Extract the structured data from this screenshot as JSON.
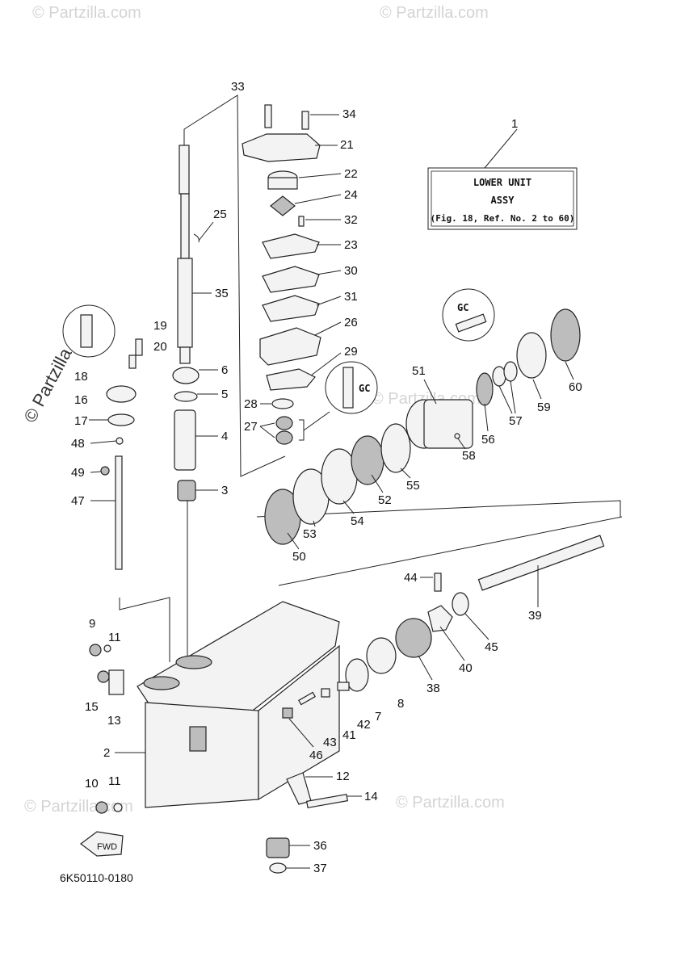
{
  "info_box": {
    "ref": "1",
    "line1": "LOWER UNIT",
    "line2": "ASSY",
    "line3": "(Fig. 18, Ref. No. 2 to 60)"
  },
  "diagram_code": "6K50110-0180",
  "watermarks": {
    "vertical": "© Partzilla.com",
    "faint": "© Partzilla.com"
  },
  "callouts": {
    "c1": "1",
    "c2": "2",
    "c3": "3",
    "c4": "4",
    "c5": "5",
    "c6": "6",
    "c7": "7",
    "c8": "8",
    "c9": "9",
    "c10": "10",
    "c11a": "11",
    "c11b": "11",
    "c12": "12",
    "c13": "13",
    "c14": "14",
    "c15": "15",
    "c16": "16",
    "c17": "17",
    "c18": "18",
    "c19": "19",
    "c20": "20",
    "c21": "21",
    "c22": "22",
    "c23": "23",
    "c24": "24",
    "c25": "25",
    "c26": "26",
    "c27": "27",
    "c28": "28",
    "c29": "29",
    "c30": "30",
    "c31": "31",
    "c32": "32",
    "c33": "33",
    "c34": "34",
    "c35": "35",
    "c36": "36",
    "c37": "37",
    "c38": "38",
    "c39": "39",
    "c40": "40",
    "c41": "41",
    "c42": "42",
    "c43": "43",
    "c44": "44",
    "c45": "45",
    "c46": "46",
    "c47": "47",
    "c48": "48",
    "c49": "49",
    "c50": "50",
    "c51": "51",
    "c52": "52",
    "c53": "53",
    "c54": "54",
    "c55": "55",
    "c56": "56",
    "c57": "57",
    "c58": "58",
    "c59": "59",
    "c60": "60"
  },
  "fwd_label": "FWD",
  "lube_symbol": "GC"
}
